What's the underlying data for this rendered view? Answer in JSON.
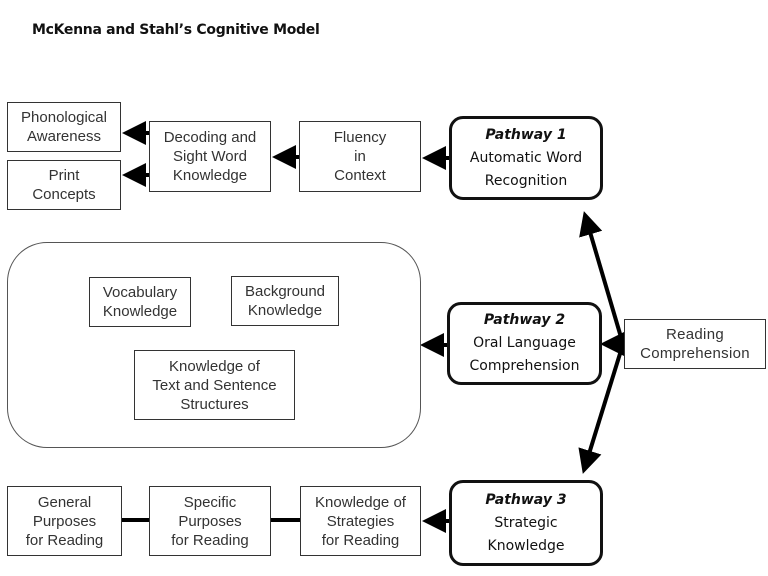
{
  "title": "McKenna and Stahl’s Cognitive Model",
  "pathways": [
    {
      "label": "Pathway 1",
      "text": "Automatic Word\nRecognition"
    },
    {
      "label": "Pathway 2",
      "text": "Oral Language\nComprehension"
    },
    {
      "label": "Pathway 3",
      "text": "Strategic\nKnowledge"
    }
  ],
  "source": {
    "text": "Reading\nComprehension"
  },
  "pathway1_nodes": {
    "fluency": "Fluency\nin\nContext",
    "decoding": "Decoding and\nSight Word\nKnowledge",
    "phonological": "Phonological\nAwareness",
    "print": "Print\nConcepts"
  },
  "pathway2_nodes": {
    "vocabulary": "Vocabulary\nKnowledge",
    "background": "Background\nKnowledge",
    "text_structures": "Knowledge of\nText and Sentence\nStructures"
  },
  "pathway3_nodes": {
    "strategies": "Knowledge of\nStrategies\nfor Reading",
    "specific": "Specific\nPurposes\nfor Reading",
    "general": "General\nPurposes\nfor Reading"
  }
}
